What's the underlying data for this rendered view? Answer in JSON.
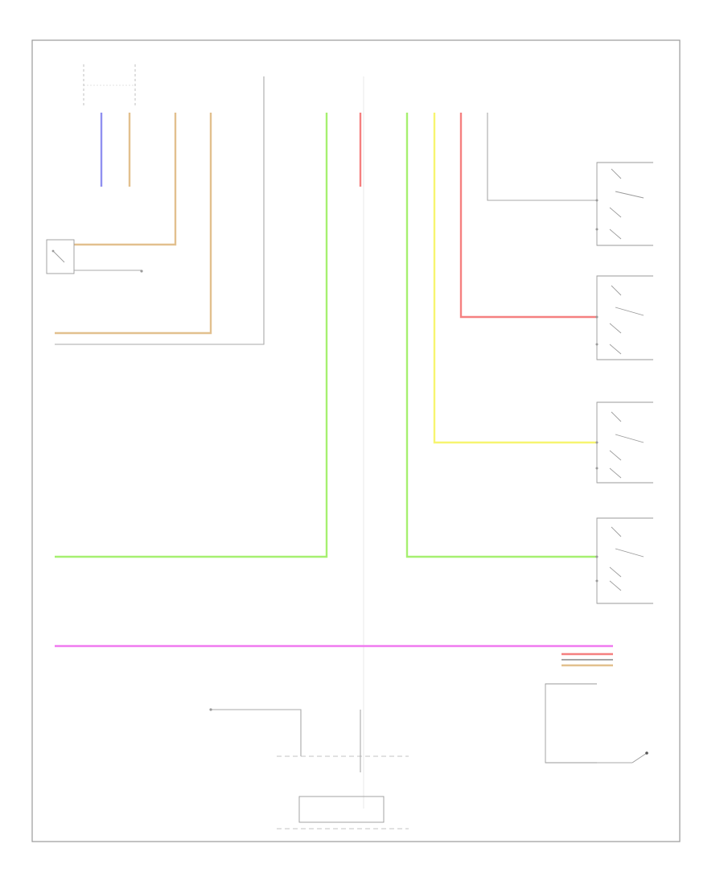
{
  "colors": {
    "green": "#a6f070",
    "yellow": "#f7f570",
    "red": "#f58080",
    "tan": "#e2c08e",
    "blue": "#9090f0",
    "magenta": "#f07af0",
    "gray": "#a8a8a8",
    "frame": "#9a9a9a"
  },
  "wires": [
    {
      "id": "wire-blue-top",
      "color": "blue"
    },
    {
      "id": "wire-tan-top",
      "color": "tan"
    },
    {
      "id": "wire-tan-brake",
      "color": "tan"
    },
    {
      "id": "wire-tan-long",
      "color": "tan"
    },
    {
      "id": "wire-gray-center",
      "color": "gray"
    },
    {
      "id": "wire-green-left",
      "color": "green"
    },
    {
      "id": "wire-red-center",
      "color": "red"
    },
    {
      "id": "wire-green-right",
      "color": "green"
    },
    {
      "id": "wire-yellow",
      "color": "yellow"
    },
    {
      "id": "wire-red-right",
      "color": "red"
    },
    {
      "id": "wire-gray-right",
      "color": "gray"
    },
    {
      "id": "wire-magenta",
      "color": "magenta"
    }
  ],
  "components": [
    {
      "id": "brake-switch",
      "icon": "switch-icon"
    },
    {
      "id": "switch-top-right",
      "icon": "switch-icon"
    },
    {
      "id": "switch-right-rear-2",
      "icon": "switch-icon"
    },
    {
      "id": "switch-left-rear",
      "icon": "switch-icon"
    },
    {
      "id": "switch-left-front",
      "icon": "switch-icon"
    },
    {
      "id": "switch-bottom-right",
      "icon": "switch-icon"
    },
    {
      "id": "ground-block",
      "icon": "ground-icon"
    }
  ]
}
